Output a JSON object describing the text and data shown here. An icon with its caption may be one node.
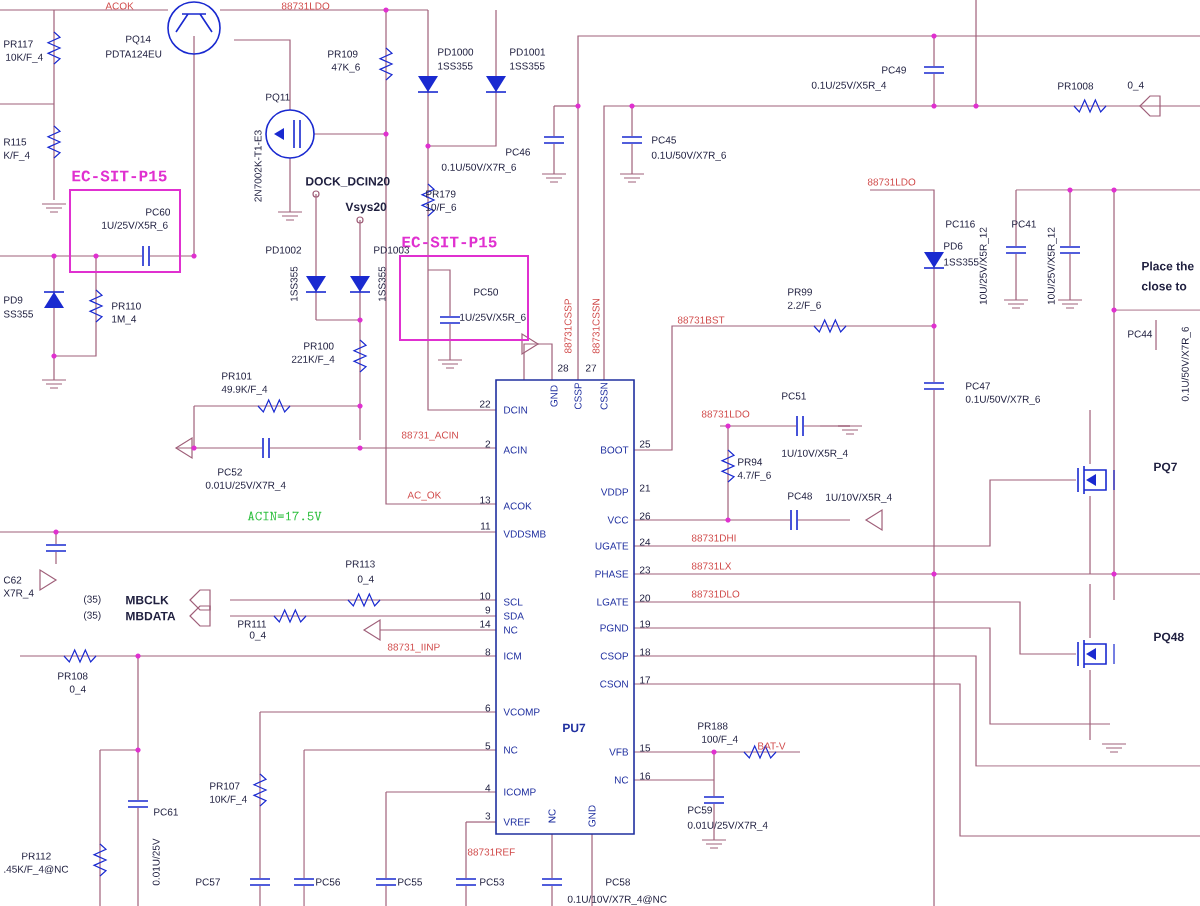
{
  "diagram": {
    "nodes": [
      {
        "text": [
          "DCIN",
          "GND",
          "CSSP",
          "CSSN",
          "ACIN",
          "ACOK",
          "VDDSMB",
          "SCL",
          "SDA",
          "NC",
          "ICM",
          "VCOMP",
          "NC",
          "ICOMP",
          "VREF",
          "NC",
          "GND",
          "BOOT",
          "VDDP",
          "VCC",
          "UGATE",
          "PHASE",
          "LGATE",
          "PGND",
          "CSOP",
          "CSON",
          "VFB",
          "NC",
          "PU7"
        ],
        "beside": [
          "22",
          "2",
          "13",
          "11",
          "10",
          "9",
          "14",
          "8",
          "6",
          "5",
          "4",
          "3",
          "28",
          "27",
          "25",
          "21",
          "26",
          "24",
          "23",
          "20",
          "19",
          "18",
          "17",
          "15",
          "16"
        ]
      },
      {
        "text": [
          "EC-SIT-P15",
          "PC60",
          "1U/25V/X5R_6"
        ]
      },
      {
        "text": [
          "EC-SIT-P15",
          "PC50",
          "1U/25V/X5R_6"
        ]
      }
    ],
    "labels": [
      "PR117",
      "10K/F_4",
      "ACOK",
      "PQ14",
      "PDTA124EU",
      "88731LDO",
      "PR109",
      "47K_6",
      "PD1000",
      "1SS355",
      "PD1001",
      "1SS355",
      "PC49",
      "0.1U/25V/X5R_4",
      "PR1008",
      "0_4",
      "PQ11",
      "PC46",
      "0.1U/50V/X7R_6",
      "PC45",
      "0.1U/50V/X7R_6",
      "R115",
      "K/F_4",
      "2N7002K-T1-E3",
      "DOCK_DCIN20",
      "88731LDO",
      "PR179",
      "Vsys20",
      "10/F_6",
      "PC116",
      "PC41",
      "PD6",
      "1SS355",
      "10U/25V/X5R_12",
      "10U/25V/X5R_12",
      "Place the",
      "close to",
      "PD1002",
      "PD1003",
      "1SS355",
      "1SS355",
      "PD9",
      "SS355",
      "PR110",
      "1M_4",
      "PR99",
      "2.2/F_6",
      "88731BST",
      "88731CSSP",
      "88731CSSN",
      "PC44",
      "0.1U/50V/X7R_6",
      "PR100",
      "221K/F_4",
      "PR101",
      "49.9K/F_4",
      "PC51",
      "PC47",
      "0.1U/50V/X7R_6",
      "88731LDO",
      "88731_ACIN",
      "1U/10V/X5R_4",
      "PR94",
      "4.7/F_6",
      "PQ7",
      "PC52",
      "0.01U/25V/X7R_4",
      "AC_OK",
      "PC48",
      "1U/10V/X5R_4",
      "ACIN=17.5V",
      "88731DHI",
      "PR113",
      "88731LX",
      "C62",
      "0_4",
      "X7R_4",
      "(35)",
      "MBCLK",
      "88731DLO",
      "(35)",
      "MBDATA",
      "PR111",
      "0_4",
      "PQ48",
      "88731_IINP",
      "PR108",
      "0_4",
      "PR188",
      "100/F_4",
      "BAT-V",
      "PR107",
      "10K/F_4",
      "PC61",
      "PC59",
      "0.01U/25V/X7R_4",
      "PR112",
      ".45K/F_4@NC",
      "88731REF",
      "PC57",
      "PC56",
      "PC55",
      "PC53",
      "PC58",
      "0.1U/10V/X7R_4@NC",
      "0.01U/25V"
    ]
  }
}
